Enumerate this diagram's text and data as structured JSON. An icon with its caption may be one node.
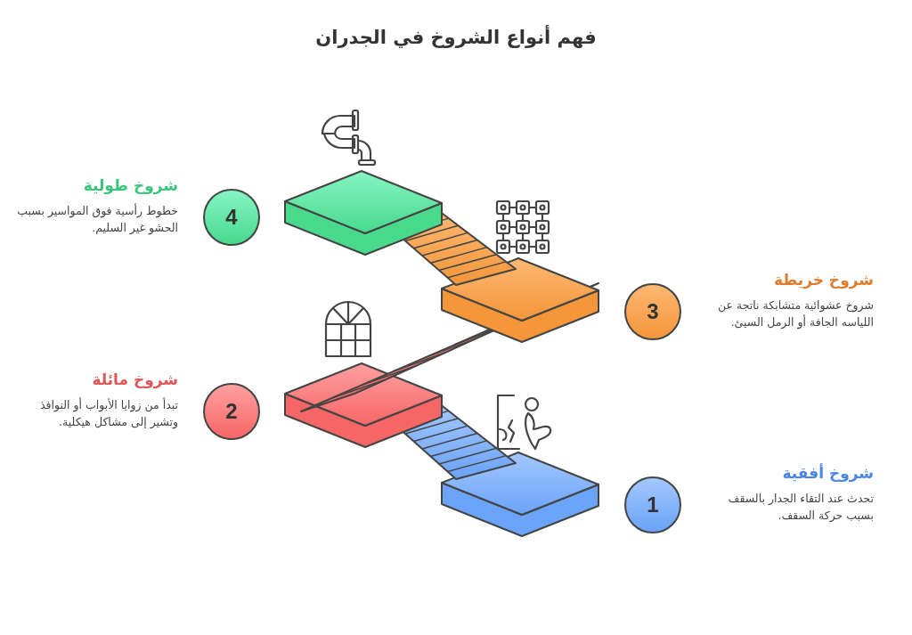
{
  "diagram": {
    "title": "فهم أنواع الشروخ في الجدران",
    "nodes": [
      {
        "text": [
          "4"
        ],
        "beside": [
          "شروخ طولية",
          "خطوط رأسية فوق المواسير بسبب الحشو غير السليم."
        ]
      },
      {
        "text": [
          "3"
        ],
        "beside": [
          "شروخ خريطة",
          "شروخ عشوائية متشابكة ناتجة عن اللياسه الجافة أو الرمل السيئ."
        ]
      },
      {
        "text": [
          "2"
        ],
        "beside": [
          "شروخ مائلة",
          "تبدأ من زوايا الأبواب أو النوافذ وتشير إلى مشاكل هيكلية."
        ]
      },
      {
        "text": [
          "1"
        ],
        "beside": [
          "شروخ أفقية",
          "تحدث عند التقاء الجدار بالسقف بسبب حركة السقف."
        ]
      }
    ]
  }
}
